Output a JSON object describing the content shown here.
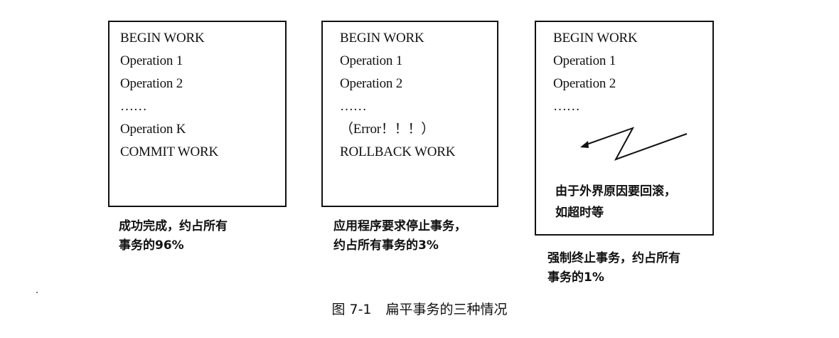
{
  "boxes": [
    {
      "lines": [
        "BEGIN WORK",
        "Operation 1",
        "Operation 2",
        "……",
        "Operation K",
        "COMMIT WORK"
      ],
      "caption": [
        "成功完成，约占所有",
        "事务的96%"
      ]
    },
    {
      "lines": [
        "BEGIN WORK",
        "Operation 1",
        "Operation 2",
        "……",
        "（Error！！！）",
        "ROLLBACK WORK"
      ],
      "caption": [
        "应用程序要求停止事务，",
        "约占所有事务的3%"
      ]
    },
    {
      "lines": [
        "BEGIN WORK",
        "Operation 1",
        "Operation 2",
        "……"
      ],
      "reason": [
        "由于外界原因要回滚，",
        "如超时等"
      ],
      "caption": [
        "强制终止事务，约占所有",
        "事务的1%"
      ]
    }
  ],
  "figure": {
    "number": "图 7-1",
    "title": "扁平事务的三种情况"
  },
  "icons": {
    "abort_signal": "lightning-arrow-icon"
  }
}
